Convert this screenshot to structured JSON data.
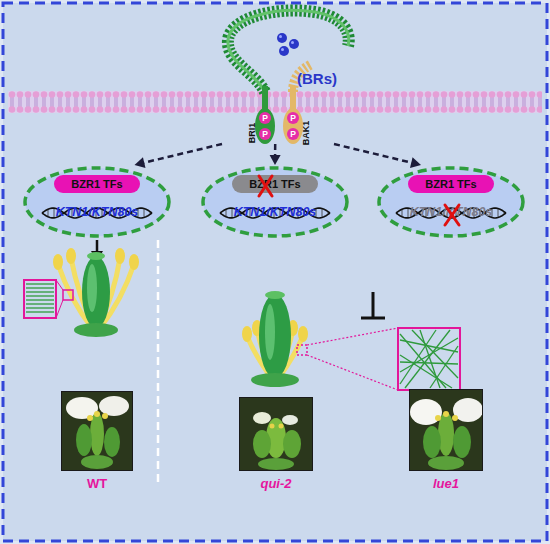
{
  "diagram": {
    "nodes": [
      {
        "text": [
          "(BRs)",
          "BRI1",
          "BAK1"
        ]
      },
      {
        "text": [
          "KTN1/KTN80s"
        ]
      },
      {
        "text": [
          "BZR1 TFs"
        ],
        "in": 1
      },
      {
        "text": [
          "KTN1/KTN80s"
        ]
      },
      {
        "text": [
          "BZR1 TFs"
        ],
        "in": 3
      },
      {
        "text": [
          "KTN1/KTN80s"
        ]
      },
      {
        "text": [
          "BZR1 TFs"
        ],
        "in": 5
      },
      {
        "text": [
          "WT"
        ]
      },
      {
        "text": [
          "qui-2"
        ]
      },
      {
        "text": [
          "lue1"
        ]
      }
    ],
    "edges": [
      {
        "from": 0,
        "to": 1,
        "arrow": "to"
      },
      {
        "from": 0,
        "to": 3,
        "arrow": "to"
      },
      {
        "from": 0,
        "to": 5,
        "arrow": "to"
      }
    ],
    "labels": [
      "P",
      "P",
      "P",
      "P"
    ]
  }
}
